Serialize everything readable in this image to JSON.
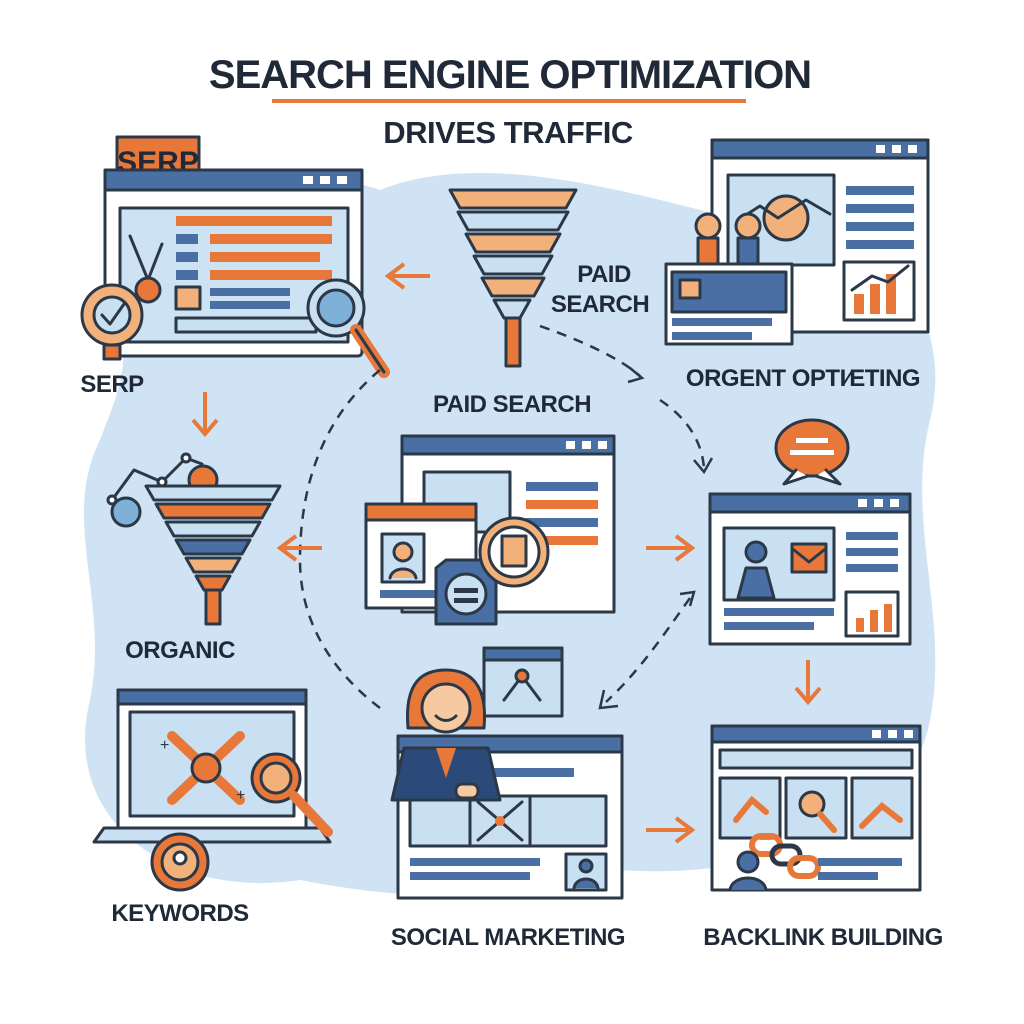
{
  "header": {
    "title": "SEARCH ENGINE OPTIMIZATION",
    "subtitle": "DRIVES TRAFFIC"
  },
  "labels": {
    "serp_tag": "SERP",
    "serp": "SERP",
    "paid_search_side": [
      "PAID",
      "SEARCH"
    ],
    "paid_search": "PAID SEARCH",
    "content": "ORGENT OPTI∕ETING",
    "organic": "ORGANIC",
    "keywords": "KEYWORDS",
    "social": "SOCIAL MARKETING",
    "backlink": "BACKLINK BUILDING"
  },
  "colors": {
    "ink": "#2b3848",
    "orange": "#e8783a",
    "light_orange": "#f2b07a",
    "blue": "#4a6fa5",
    "light_blue": "#c9e0f2",
    "panel": "#cde3f3",
    "blob": "#cfe3f4"
  },
  "icons": [
    "funnel-icon",
    "magnifier-icon",
    "target-icon",
    "chart-icon",
    "user-icon",
    "chat-bubble-icon",
    "arrow-icon",
    "link-icon",
    "keyword-target-icon"
  ]
}
